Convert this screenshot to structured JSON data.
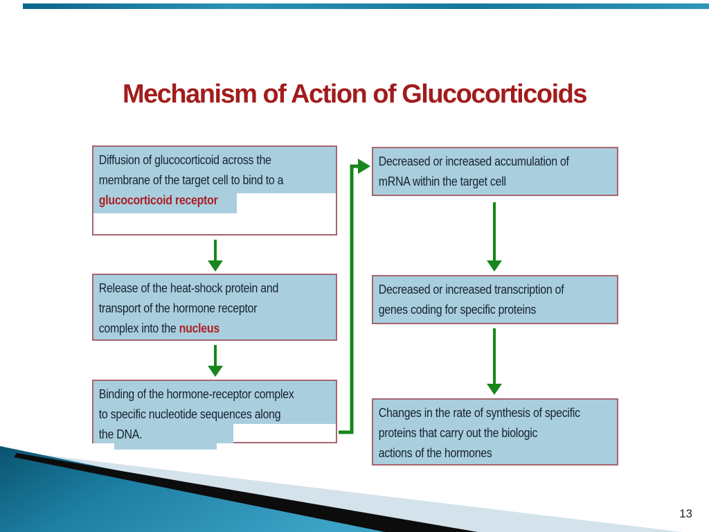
{
  "slide": {
    "title": "Mechanism of Action of Glucocorticoids",
    "page_number": "13",
    "colors": {
      "title_red": "#a21c1c",
      "box_fill": "#a9cfdf",
      "box_border": "#a5656d",
      "text_dark": "#17222e",
      "emphasis_red": "#ab2026",
      "arrow_green": "#17861c",
      "accent_teal": "#1d7fa3",
      "footer_pale": "#d4e2eb",
      "footer_black": "#0c0c0c"
    }
  },
  "flow": {
    "l1": {
      "line1": "Diffusion of glucocorticoid across the",
      "line2": "membrane of the target cell to bind to a",
      "line3_red": "glucocorticoid receptor"
    },
    "l2": {
      "line1": "Release of the heat-shock protein and",
      "line2": "transport of the hormone receptor",
      "line3_plain": "complex into the ",
      "line3_red": "nucleus"
    },
    "l3": {
      "line1": "Binding of the hormone-receptor complex",
      "line2": "to specific nucleotide sequences along",
      "line3": "the DNA."
    },
    "r1": {
      "line1": "Decreased or increased accumulation of",
      "line2": "mRNA within the target cell"
    },
    "r2": {
      "line1": "Decreased or increased transcription of",
      "line2": "genes coding for specific proteins"
    },
    "r3": {
      "line1": "Changes in the rate of synthesis of specific",
      "line2": "proteins that carry out the biologic",
      "line3": "actions of the hormones"
    }
  }
}
